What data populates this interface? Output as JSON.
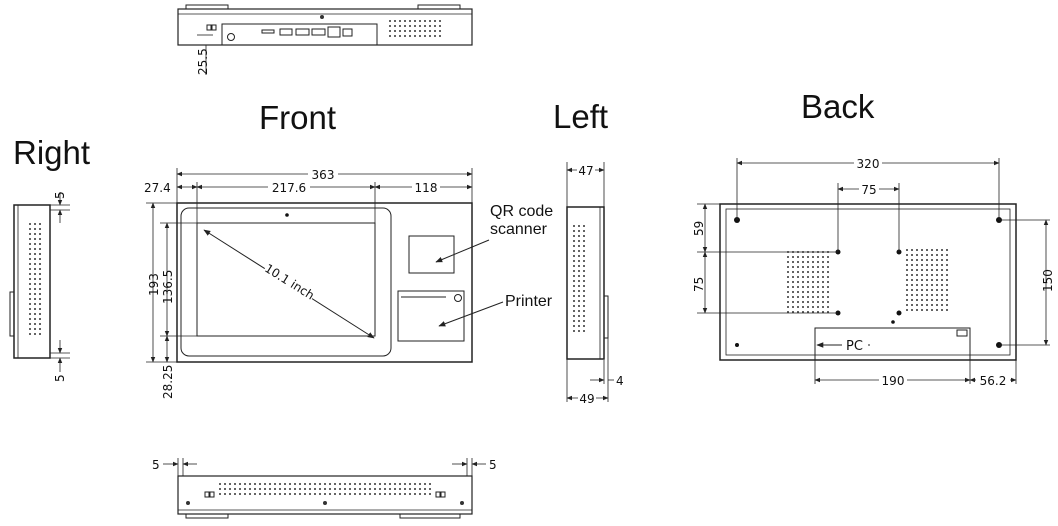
{
  "views": {
    "front": "Front",
    "left": "Left",
    "back": "Back",
    "right": "Right"
  },
  "callouts": {
    "qr_line1": "QR code",
    "qr_line2": "scanner",
    "printer": "Printer",
    "diagonal": "10.1 inch",
    "pc": "PC"
  },
  "dims": {
    "top_depth": "25.5",
    "front_width": "363",
    "front_left": "27.4",
    "front_screen": "217.6",
    "front_right": "118",
    "front_height": "193",
    "front_screen_height": "136.5",
    "front_bottom": "28.25",
    "left_top": "47",
    "left_bottom": "49",
    "left_small": "4",
    "back_width": "320",
    "back_vesa": "75",
    "back_top": "59",
    "back_vesa_v": "75",
    "back_height": "150",
    "back_pc": "190",
    "back_pc_right": "56.2",
    "right_top": "5",
    "right_bottom": "5",
    "bottom_left": "5",
    "bottom_right": "5"
  }
}
